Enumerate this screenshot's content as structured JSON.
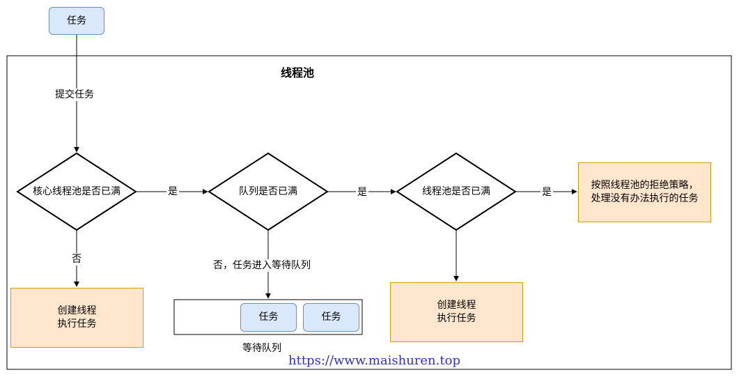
{
  "nodes": {
    "task_start": "任务",
    "pool_title": "线程池",
    "core_full": "核心线程池是否已满",
    "queue_full": "队列是否已满",
    "pool_full": "线程池是否已满",
    "reject_line1": "按照线程池的拒绝策略，",
    "reject_line2": "处理没有办法执行的任务",
    "create_core_line1": "创建线程",
    "create_core_line2": "执行任务",
    "create_pool_line1": "创建线程",
    "create_pool_line2": "执行任务",
    "queue_task1": "任务",
    "queue_task2": "任务",
    "queue_label": "等待队列"
  },
  "edges": {
    "submit": "提交任务",
    "yes1": "是",
    "yes2": "是",
    "yes3": "是",
    "no_core": "否",
    "no_queue": "否，任务进入等待队列"
  },
  "watermark": "https://www.maishuren.top",
  "colors": {
    "blue_fill": "#dae8fc",
    "blue_stroke": "#6c8ebf",
    "orange_fill": "#ffe6cc",
    "orange_stroke": "#d79b00",
    "link": "#3030d0"
  }
}
